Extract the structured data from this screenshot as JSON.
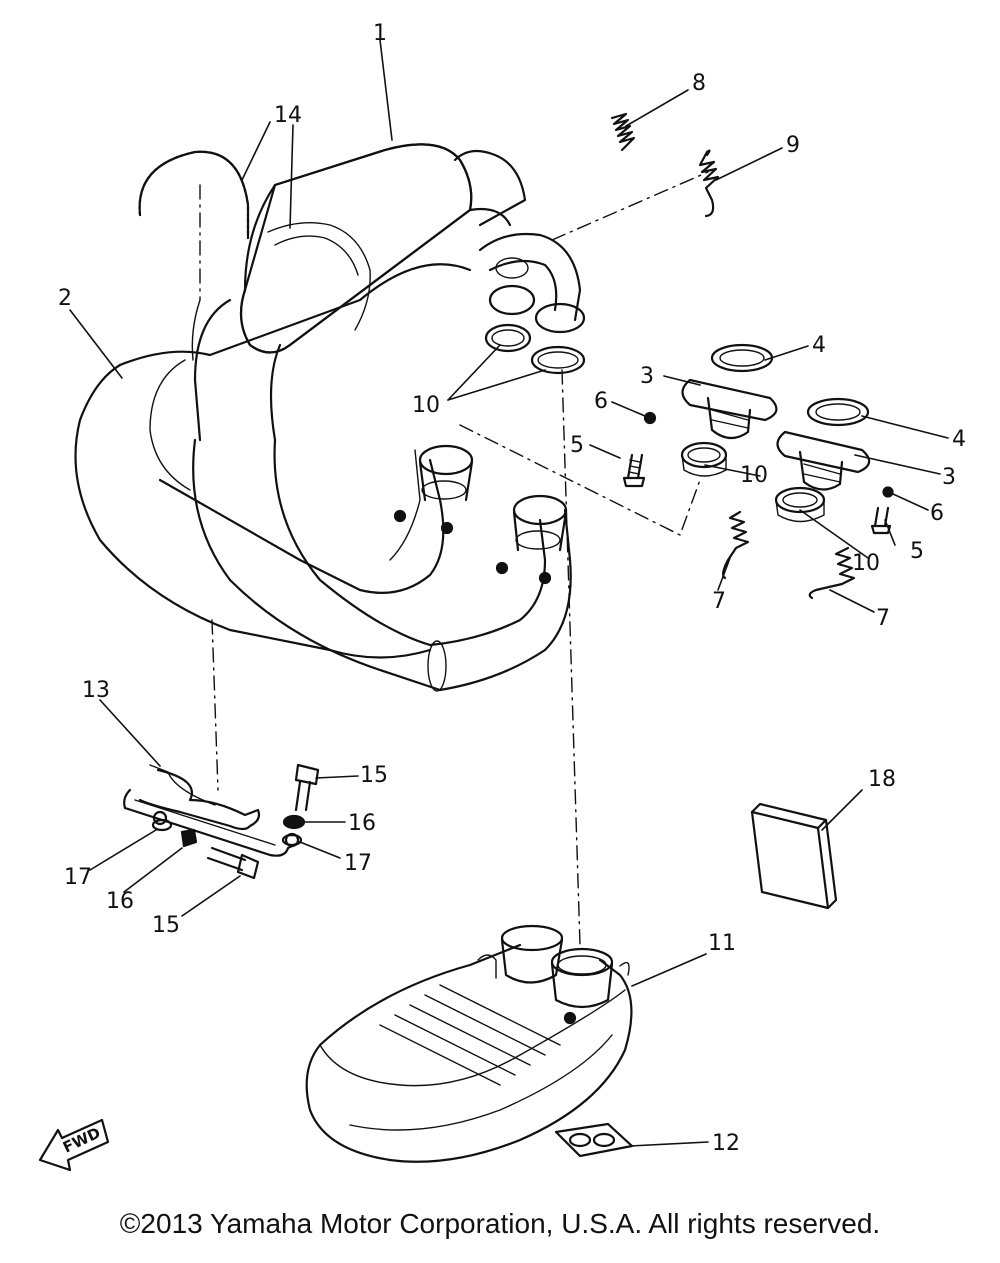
{
  "diagram": {
    "callouts": {
      "c1": "1",
      "c2": "2",
      "c3a": "3",
      "c3b": "3",
      "c4a": "4",
      "c4b": "4",
      "c5a": "5",
      "c5b": "5",
      "c6a": "6",
      "c6b": "6",
      "c7a": "7",
      "c7b": "7",
      "c8": "8",
      "c9": "9",
      "c10a": "10",
      "c10b": "10",
      "c10c": "10",
      "c11": "11",
      "c12": "12",
      "c13": "13",
      "c14": "14",
      "c15a": "15",
      "c15b": "15",
      "c16a": "16",
      "c16b": "16",
      "c17a": "17",
      "c17b": "17",
      "c18": "18"
    },
    "fwd_label": "FWD"
  },
  "footer": {
    "copyright": "©2013 Yamaha Motor Corporation, U.S.A. All rights reserved."
  }
}
